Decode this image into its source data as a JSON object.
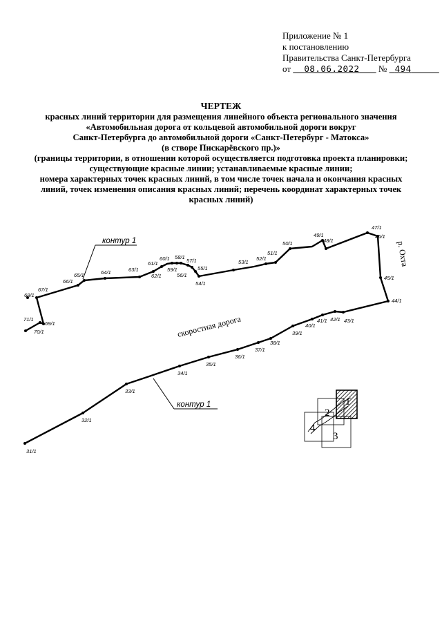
{
  "annex": {
    "line1": "Приложение № 1",
    "line2": "к постановлению",
    "line3": "Правительства Санкт-Петербурга",
    "date_prefix": "от",
    "date": "08.06.2022",
    "num_prefix": "№",
    "number": "494"
  },
  "title": {
    "heading": "ЧЕРТЕЖ",
    "line1": "красных линий территории для размещения линейного объекта регионального значения",
    "line2": "«Автомобильная дорога от кольцевой автомобильной дороги вокруг",
    "line3": "Санкт-Петербурга до автомобильной дороги «Санкт-Петербург - Матокса»",
    "line4": "(в створе Пискарёвского пр.)»",
    "line5": "(границы территории, в отношении которой осуществляется подготовка проекта планировки;",
    "line6": "существующие красные линии; устанавливаемые красные линии;",
    "line7": "номера характерных точек красных линий, в том числе точек начала и окончания красных",
    "line8": "линий, точек изменения описания красных линий; перечень координат характерных точек",
    "line9": "красных линий)"
  },
  "drawing": {
    "contour_label": "контур 1",
    "road_label": "скоростная дорога",
    "river_label": "р. Охта",
    "points": [
      "31/1",
      "32/1",
      "33/1",
      "34/1",
      "35/1",
      "36/1",
      "37/1",
      "38/1",
      "39/1",
      "40/1",
      "41/1",
      "42/1",
      "43/1",
      "44/1",
      "45/1",
      "46/1",
      "47/1",
      "48/1",
      "49/1",
      "50/1",
      "51/1",
      "52/1",
      "53/1",
      "54/1",
      "55/1",
      "56/1",
      "57/1",
      "58/1",
      "59/1",
      "60/1",
      "61/1",
      "62/1",
      "63/1",
      "64/1",
      "65/1",
      "66/1",
      "67/1",
      "68/1",
      "69/1",
      "70/1",
      "71/1"
    ],
    "inset": {
      "sheet1": "1",
      "sheet2": "2",
      "sheet3": "3",
      "sheet4": "4"
    }
  }
}
